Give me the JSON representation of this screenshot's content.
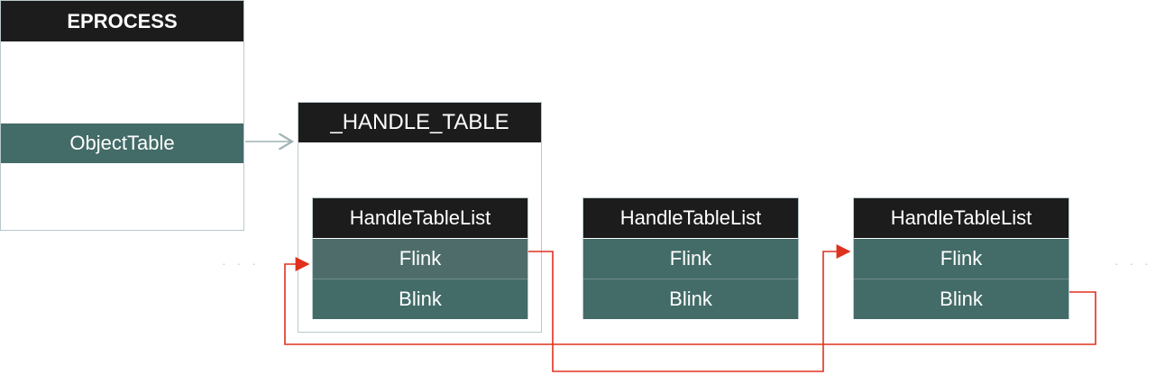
{
  "eprocess": {
    "title": "EPROCESS",
    "field": "ObjectTable"
  },
  "handle_table": {
    "title": "_HANDLE_TABLE"
  },
  "lists": [
    {
      "title": "HandleTableList",
      "flink": "Flink",
      "blink": "Blink"
    },
    {
      "title": "HandleTableList",
      "flink": "Flink",
      "blink": "Blink"
    },
    {
      "title": "HandleTableList",
      "flink": "Flink",
      "blink": "Blink"
    }
  ],
  "colors": {
    "arrow_red": "#e0301e",
    "arrow_gray": "#9fb3b6",
    "field_teal": "#436b67",
    "header_black": "#1c1c1c"
  }
}
